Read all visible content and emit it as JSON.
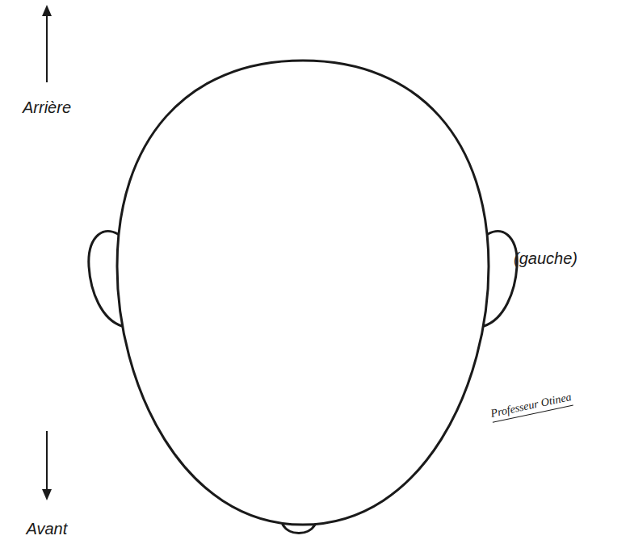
{
  "diagram": {
    "labels": [
      "Arrière",
      "(gauche)",
      "Professeur Otinea",
      "Avant"
    ]
  }
}
